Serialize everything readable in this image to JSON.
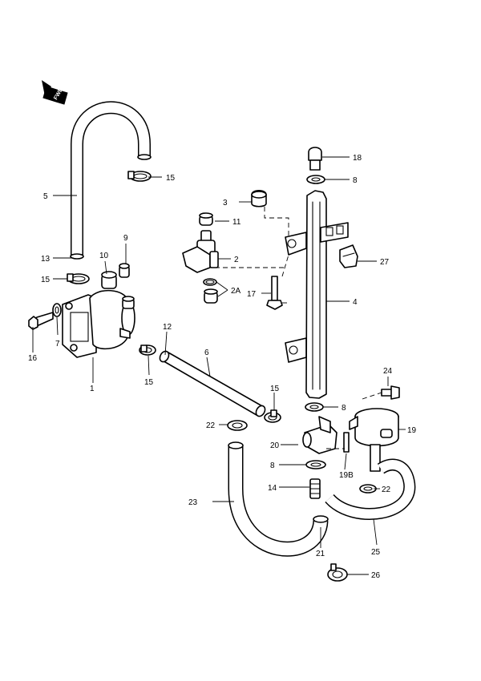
{
  "fwd_badge": "FWD",
  "callouts": {
    "p1": "1",
    "p2": "2",
    "p2a": "2A",
    "p3": "3",
    "p4": "4",
    "p5": "5",
    "p6": "6",
    "p7": "7",
    "p8a": "8",
    "p8b": "8",
    "p8c": "8",
    "p9": "9",
    "p10": "10",
    "p11": "11",
    "p12": "12",
    "p13": "13",
    "p14": "14",
    "p15a": "15",
    "p15b": "15",
    "p15c": "15",
    "p15d": "15",
    "p16": "16",
    "p17": "17",
    "p18": "18",
    "p19": "19",
    "p19b": "19B",
    "p20": "20",
    "p21": "21",
    "p22a": "22",
    "p22b": "22",
    "p23": "23",
    "p24": "24",
    "p25": "25",
    "p26": "26",
    "p27": "27"
  }
}
